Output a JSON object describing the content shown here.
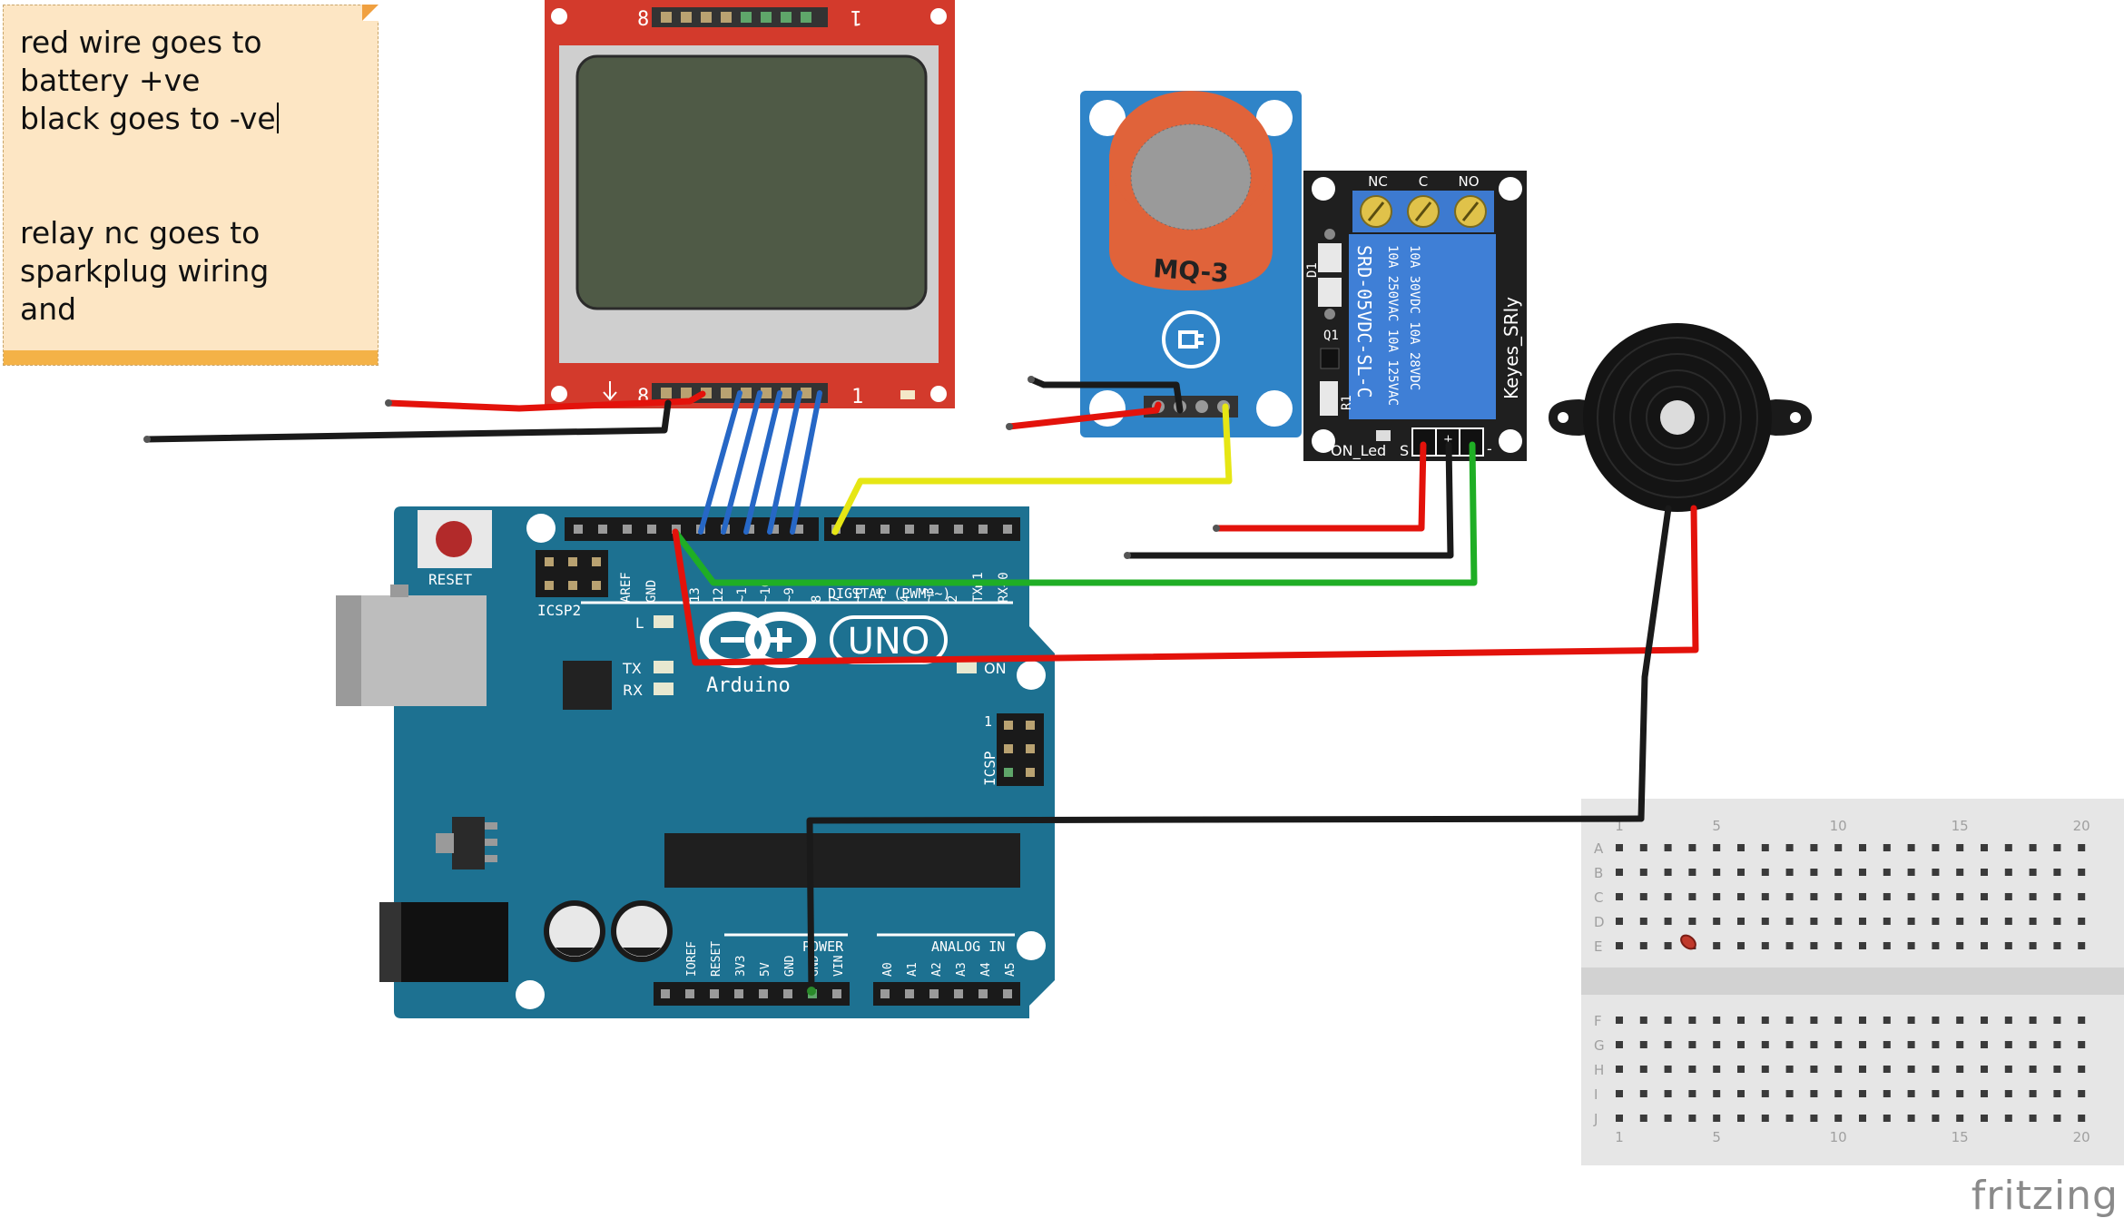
{
  "note": {
    "lines": [
      "red wire goes to",
      "battery +ve",
      "black goes to -ve",
      "",
      "",
      "relay nc goes to",
      "sparkplug wiring",
      "and"
    ]
  },
  "lcd": {
    "pin_left": "8",
    "pin_right": "1"
  },
  "mq3": {
    "label": "MQ-3"
  },
  "relay": {
    "terminals": [
      "NC",
      "C",
      "NO"
    ],
    "model": "SRD-05VDC-SL-C",
    "rating1": "10A 250VAC  10A 125VAC",
    "rating2": "10A 30VDC  10A 28VDC",
    "brand": "Keyes_SRly",
    "d1": "D1",
    "q1": "Q1",
    "r1": "R1",
    "led_label": "ON_Led",
    "pins": [
      "S",
      "+",
      "-"
    ]
  },
  "arduino": {
    "reset": "RESET",
    "icsp2": "ICSP2",
    "icsp": "ICSP",
    "uno": "UNO",
    "brand": "Arduino",
    "l": "L",
    "tx": "TX",
    "rx": "RX",
    "on": "ON",
    "digital": "DIGITAL (PWM=~)",
    "power": "POWER",
    "analog": "ANALOG IN",
    "header_top": [
      "AREF",
      "GND",
      "13",
      "12",
      "~11",
      "~10",
      "~9",
      "8",
      "7",
      "~6",
      "~5",
      "4",
      "~3",
      "2",
      "TX▶1",
      "RX◀0"
    ],
    "header_power": [
      "IOREF",
      "RESET",
      "3V3",
      "5V",
      "GND",
      "GND",
      "VIN"
    ],
    "header_analog": [
      "A0",
      "A1",
      "A2",
      "A3",
      "A4",
      "A5"
    ],
    "icsp_one": "1"
  },
  "breadboard": {
    "rows_top": [
      "A",
      "B",
      "C",
      "D",
      "E"
    ],
    "rows_bottom": [
      "F",
      "G",
      "H",
      "I",
      "J"
    ],
    "col_numbers": [
      "1",
      "5",
      "10",
      "15",
      "20"
    ]
  },
  "watermark": "fritzing"
}
